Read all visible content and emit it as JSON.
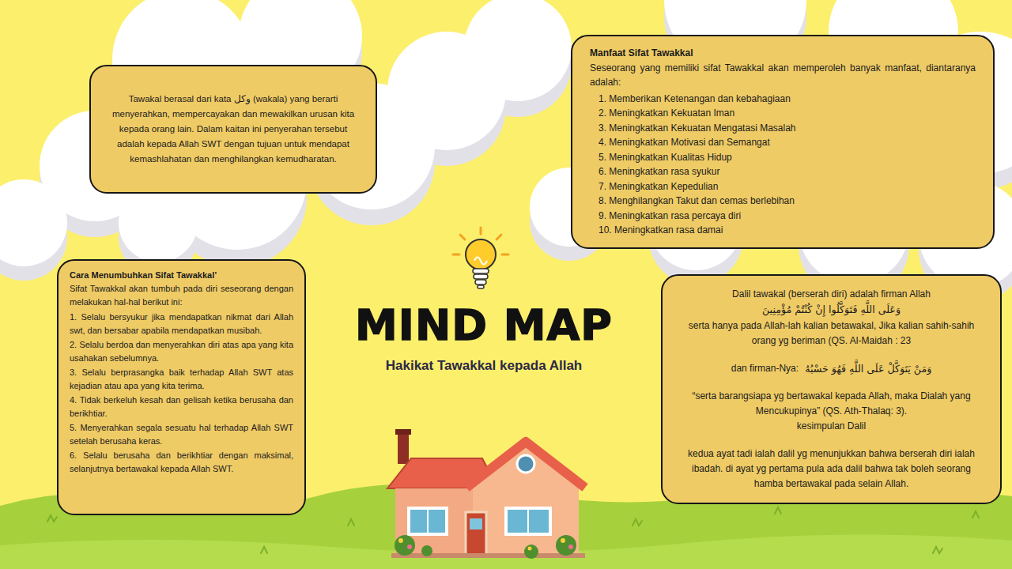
{
  "diagram": {
    "title": "MIND MAP",
    "nodes": [
      {
        "text": [
          "Tawakal berasal dari kata وكل (wakala) yang berarti menyerahkan, mempercayakan dan mewakilkan urusan kita kepada orang lain. Dalam kaitan ini penyerahan tersebut adalah kepada Allah SWT dengan tujuan untuk mendapat kemashlahatan dan menghilangkan kemudharatan."
        ]
      },
      {
        "text": [
          "Manfaat Sifat Tawakkal",
          "Seseorang yang memiliki sifat Tawakkal akan memperoleh banyak manfaat, diantaranya adalah:",
          "1. Memberikan Ketenangan dan kebahagiaan",
          "2. Meningkatkan Kekuatan Iman",
          "3. Meningkatkan Kekuatan Mengatasi Masalah",
          "4. Meningkatkan Motivasi dan Semangat",
          "5. Meningkatkan Kualitas Hidup",
          "6. Meningkatkan rasa syukur",
          "7. Meningkatkan Kepedulian",
          "8. Menghilangkan Takut dan cemas berlebihan",
          "9. Meningkatkan rasa percaya diri",
          "10. Meningkatkan rasa damai"
        ]
      },
      {
        "text": [
          "Cara Menumbuhkan Sifat Tawakkal’",
          "Sifat Tawakkal akan tumbuh pada diri seseorang dengan melakukan hal-hal berikut ini:",
          "1. Selalu bersyukur jika mendapatkan nikmat dari Allah swt, dan bersabar apabila mendapatkan musibah.",
          "2. Selalu berdoa dan menyerahkan diri atas apa yang kita usahakan sebelumnya.",
          "3. Selalu berprasangka baik terhadap Allah SWT atas kejadian atau apa yang kita terima.",
          "4. Tidak berkeluh kesah dan gelisah ketika berusaha dan berikhtiar.",
          "5. Menyerahkan segala sesuatu hal terhadap Allah SWT setelah berusaha keras.",
          "6. Selalu berusaha dan berikhtiar dengan maksimal, selanjutnya bertawakal kepada Allah SWT."
        ]
      },
      {
        "text": [
          "Dalil tawakal (berserah diri) adalah firman Allah",
          "وَعَلَى اللَّهِ فَتَوَكَّلُوا إِنْ كُنْتُمْ مُؤْمِنِينَ",
          "serta hanya pada Allah-lah kalian betawakal, Jika kalian sahih-sahih orang yg beriman (QS. Al-Maidah : 23",
          "dan firman-Nya:",
          "وَمَنْ يَتَوَكَّلْ عَلَى اللَّهِ فَهُوَ حَسْبُهُ",
          "“serta barangsiapa yg bertawakal kepada Allah, maka Dialah yang Mencukupinya” (QS. Ath-Thalaq: 3).",
          "kesimpulan Dalil",
          "kedua ayat tadi ialah dalil yg menunjukkan bahwa berserah diri ialah ibadah. di ayat yg pertama pula ada dalil bahwa tak boleh seorang hamba bertawakal pada selain Allah."
        ]
      }
    ],
    "labels": [
      "Hakikat Tawakkal kepada Allah"
    ]
  }
}
